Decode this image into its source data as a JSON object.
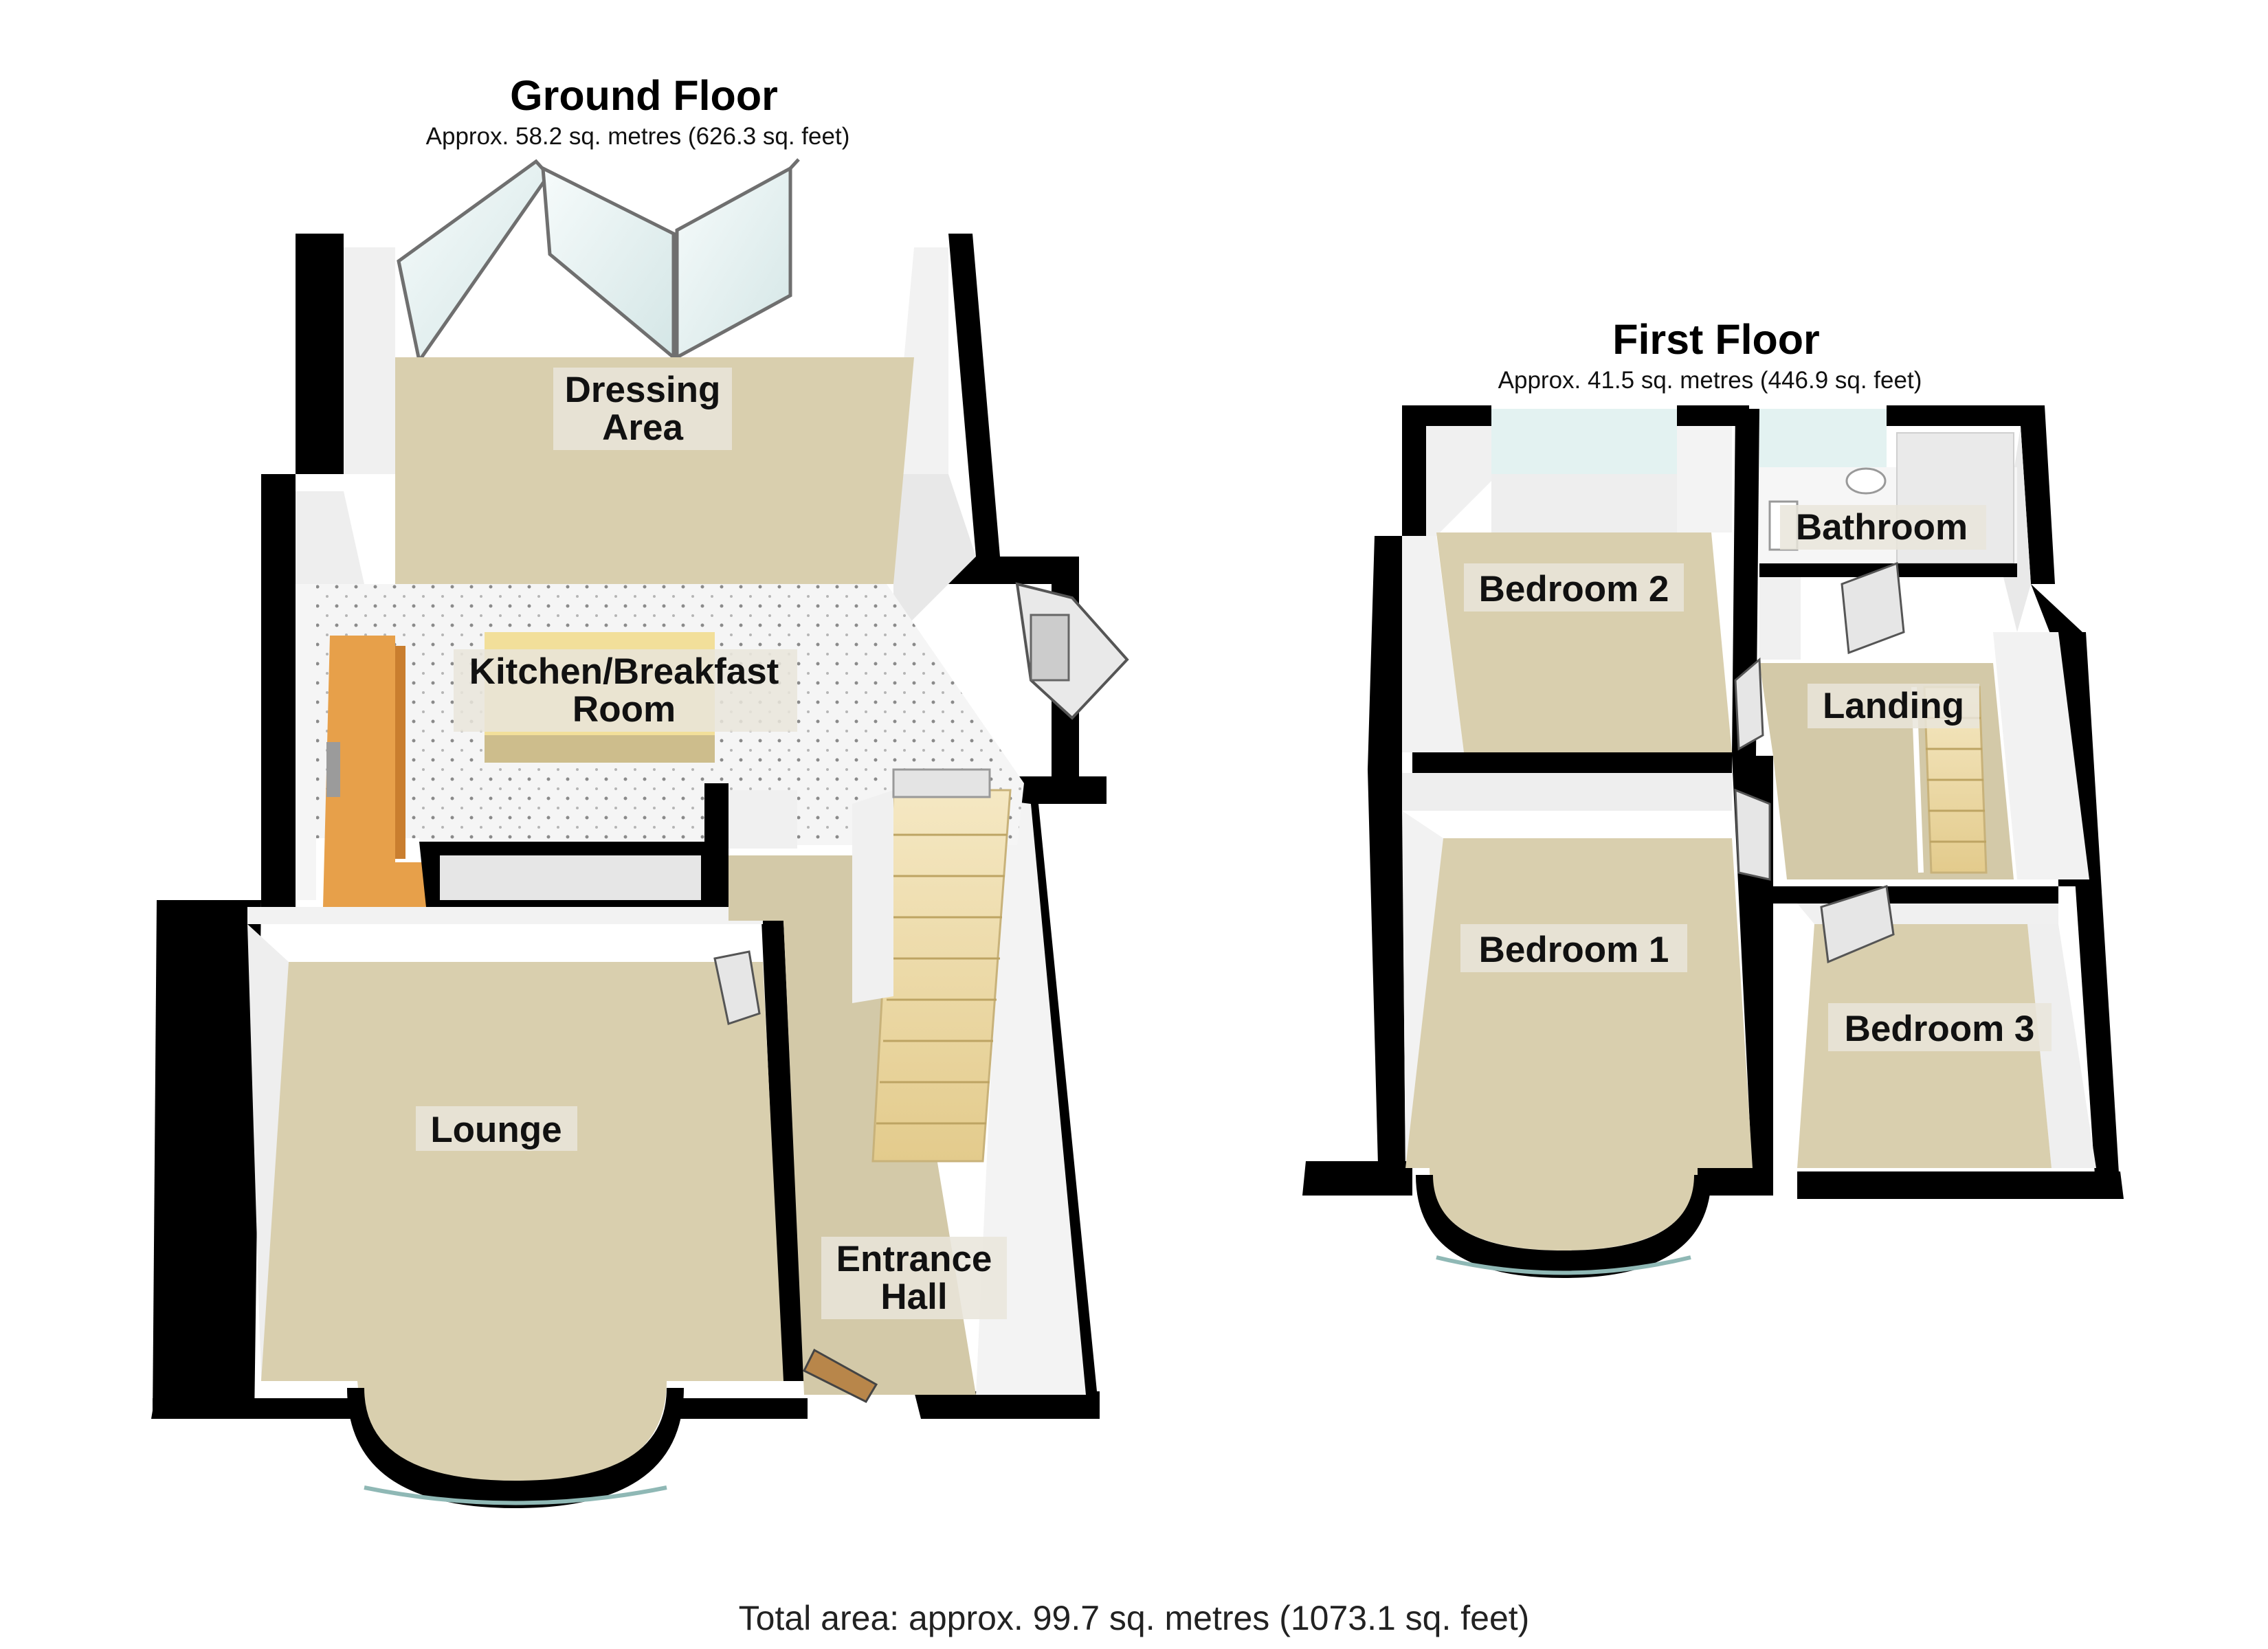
{
  "ground_floor": {
    "title": "Ground Floor",
    "area": "Approx. 58.2 sq. metres (626.3 sq. feet)",
    "rooms": {
      "dressing_area": [
        "Dressing",
        "Area"
      ],
      "kitchen": [
        "Kitchen/Breakfast",
        "Room"
      ],
      "lounge": [
        "Lounge"
      ],
      "entrance_hall": [
        "Entrance",
        "Hall"
      ]
    }
  },
  "first_floor": {
    "title": "First Floor",
    "area": "Approx. 41.5 sq. metres (446.9 sq. feet)",
    "rooms": {
      "bedroom_2": [
        "Bedroom 2"
      ],
      "bathroom": [
        "Bathroom"
      ],
      "landing": [
        "Landing"
      ],
      "bedroom_1": [
        "Bedroom 1"
      ],
      "bedroom_3": [
        "Bedroom 3"
      ]
    }
  },
  "total_area": "Total area: approx. 99.7 sq. metres (1073.1 sq. feet)",
  "colors": {
    "wall": "#000000",
    "inner_wall": "#f0f0f0",
    "carpet": "#d9cfae",
    "tile": "#f4f4f4",
    "worktop": "#e7a04a",
    "island": "#f2df9a",
    "stairs": "#ecd9a4",
    "window": "#dcefee"
  }
}
